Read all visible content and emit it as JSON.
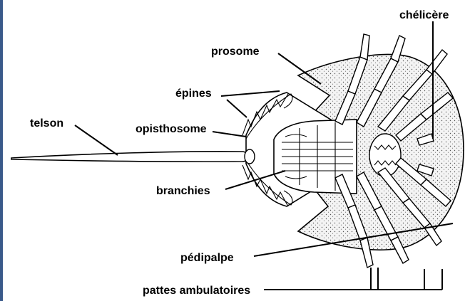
{
  "colors": {
    "left_bar": "#3a5a8a",
    "stipple_fill": "#e8e8e8",
    "ink": "#000000",
    "background": "#ffffff"
  },
  "labels": {
    "chelicere": "chélicère",
    "prosome": "prosome",
    "epines": "épines",
    "telson": "telson",
    "opisthosome": "opisthosome",
    "branchies": "branchies",
    "pedipalpe": "pédipalpe",
    "pattes_ambulatoires": "pattes ambulatoires"
  }
}
